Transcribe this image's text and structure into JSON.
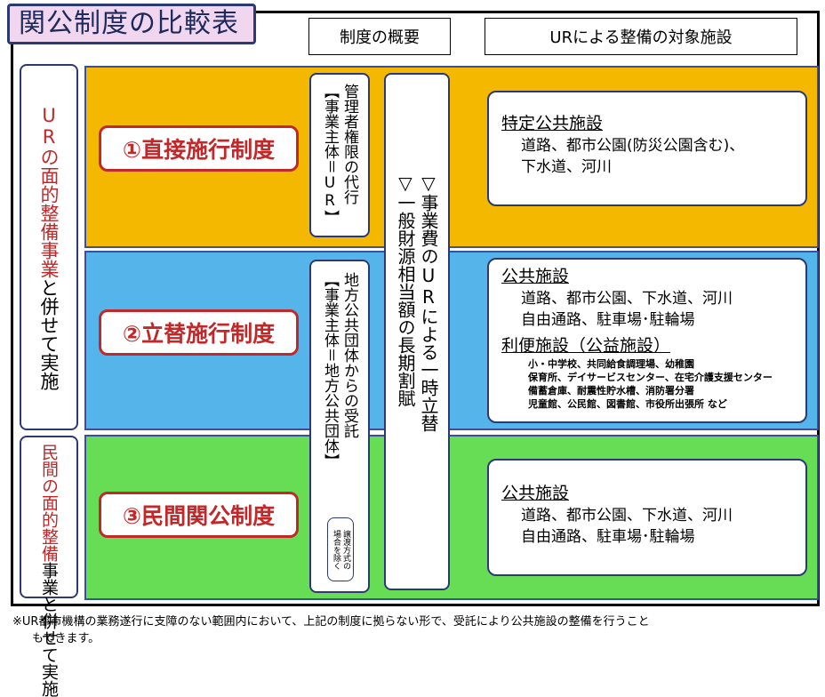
{
  "title": "関公制度の比較表",
  "headers": {
    "overview": "制度の概要",
    "facilities": "URによる整備の対象施設"
  },
  "left_groups": [
    {
      "red": "URの面的整備事業",
      "black": "と併せて実施"
    },
    {
      "red_col": "民間の面的整備",
      "black_col": "事業と併せて実施"
    }
  ],
  "systems": [
    {
      "label": "①直接施行制度",
      "role_line1": "管理者権限の代行",
      "role_line2": "【事業主体＝UR】"
    },
    {
      "label": "②立替施行制度",
      "role_line1": "地方公共団体からの受託",
      "role_line2": "【事業主体＝地方公共団体】"
    },
    {
      "label": "③民間関公制度",
      "note_line1": "譲渡方式の",
      "note_line2": "場合を除く"
    }
  ],
  "center_note": {
    "line1": "▽事業費のURによる一時立替",
    "line2": "▽一般財源相当額の長期割賦"
  },
  "facilities": {
    "f1": {
      "heading": "特定公共施設",
      "line1": "道路、都市公園(防災公園含む)、",
      "line2": "下水道、河川"
    },
    "f2": {
      "heading": "公共施設",
      "line1": "道路、都市公園、下水道、河川",
      "line2": "自由通路、駐車場･駐輪場",
      "heading2": "利便施設（公益施設）",
      "small": [
        "小・中学校、共同給食調理場、幼稚園",
        "保育所、デイサービスセンター、在宅介護支援センター",
        "備蓄倉庫、耐震性貯水槽、消防署分署",
        "児童館、公民館、図書館、市役所出張所 など"
      ]
    },
    "f3": {
      "heading": "公共施設",
      "line1": "道路、都市公園、下水道、河川",
      "line2": "自由通路、駐車場･駐輪場"
    }
  },
  "footnote": {
    "line1": "※UR都市機構の業務遂行に支障のない範囲内において、上記の制度に拠らない形で、受託により公共施設の整備を行うこと",
    "line2": "もできます。"
  }
}
